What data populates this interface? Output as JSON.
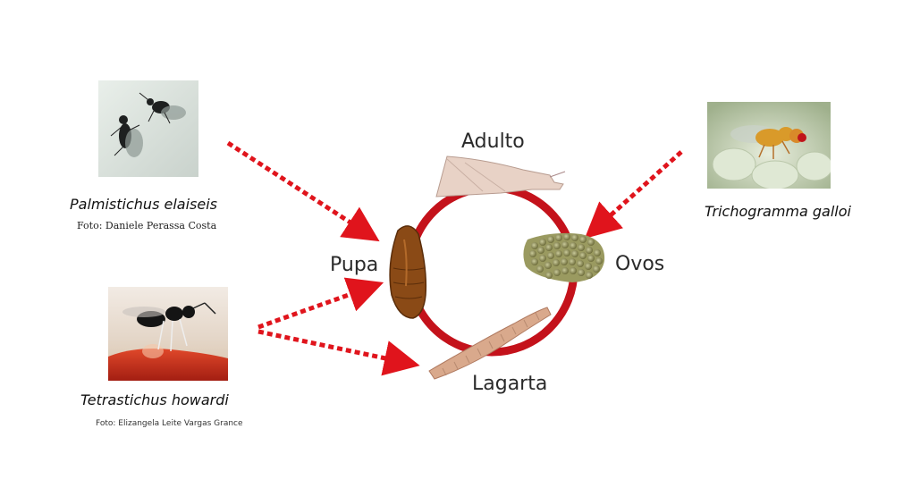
{
  "stages": {
    "adult": "Adulto",
    "pupa": "Pupa",
    "eggs": "Ovos",
    "larva": "Lagarta"
  },
  "parasitoids": {
    "palmistichus": {
      "name": "Palmistichus elaiseis",
      "credit": "Foto: Daniele  Perassa Costa"
    },
    "tetrastichus": {
      "name": "Tetrastichus howardi",
      "credit": "Foto: Elizangela Leite Vargas Grance"
    },
    "trichogramma": {
      "name": "Trichogramma galloi"
    }
  },
  "colors": {
    "cycle_ring": "#c4121b",
    "arrows": "#e0141c",
    "pupa": "#8a4a16",
    "moth": "#e8d2c6",
    "larva": "#d9a98c",
    "eggs": "#8e8f55"
  }
}
